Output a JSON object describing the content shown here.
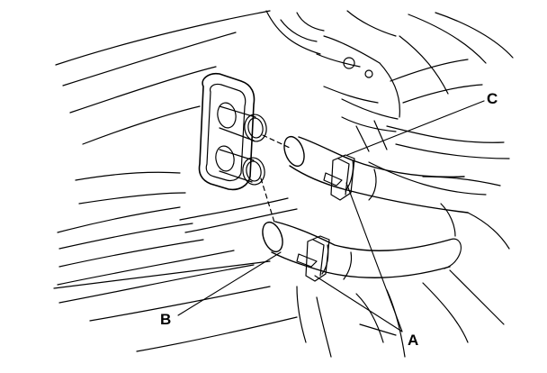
{
  "callouts": {
    "a": {
      "letter": "A"
    },
    "b": {
      "letter": "B"
    },
    "c": {
      "letter": "C"
    }
  },
  "colors": {
    "ink": "#000000",
    "paper": "#ffffff"
  }
}
